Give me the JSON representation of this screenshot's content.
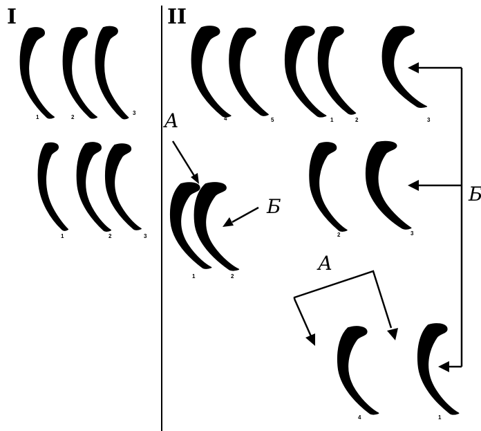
{
  "panels": {
    "left_label": "I",
    "right_label": "II"
  },
  "annotations": {
    "a_upper": "A",
    "b_mid": "Б",
    "b_right": "Б",
    "a_lower": "А"
  },
  "numbers": {
    "i_top": [
      "1",
      "2",
      "3"
    ],
    "i_bottom": [
      "1",
      "2",
      "3"
    ],
    "ii_top": [
      "4",
      "5",
      "1",
      "2",
      "3"
    ],
    "ii_mid": [
      "2",
      "3"
    ],
    "ii_pair": [
      "1",
      "2"
    ],
    "ii_bottom": [
      "4",
      "1"
    ]
  },
  "colors": {
    "ink": "#000000",
    "background": "#ffffff"
  }
}
